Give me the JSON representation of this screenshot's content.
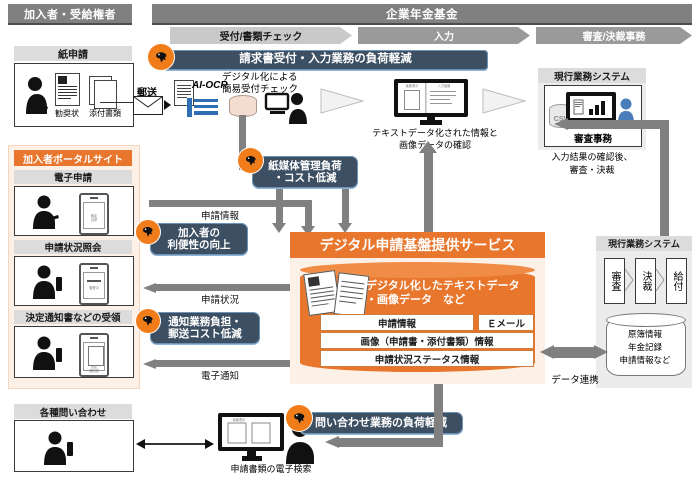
{
  "headers": {
    "left": "加入者・受給権者",
    "right": "企業年金基金"
  },
  "process_steps": [
    {
      "label": "受付/書類チェック"
    },
    {
      "label": "入力"
    },
    {
      "label": "審査/決裁事務"
    }
  ],
  "left_column": {
    "paper": {
      "caption": "紙申請",
      "items": [
        "勧奨状",
        "添付書類"
      ]
    },
    "portal": {
      "title": "加入者ポータルサイト",
      "sections": [
        {
          "caption": "電子申請",
          "phone_text": "裁定\n請求"
        },
        {
          "caption": "申請状況照会",
          "phone_text": "審査中"
        },
        {
          "caption": "決定通知書などの受領",
          "phone_text": "決定\n通知書"
        }
      ]
    },
    "inquiry": {
      "caption": "各種問い合わせ"
    }
  },
  "flows": {
    "mail": "郵送",
    "application_info": "申請情報",
    "application_status": "申請状況",
    "electronic_notice": "電子通知",
    "data_link": "データ連携"
  },
  "top_band": {
    "title": "請求書受付・入力業務の負荷軽減",
    "ocr_label": "AI-OCR",
    "digital_check": "デジタル化による\n簡易受付チェック",
    "confirm_caption": "テキストデータ化された情報と\n画像データの確認",
    "monitor_tabs": [
      "画像表示",
      "入力画面"
    ]
  },
  "badges": {
    "receipt_input": "請求書受付・入力業務の負荷軽減",
    "paper_cost": "紙媒体管理負荷\n・コスト低減",
    "convenience": "加入者の\n利便性の向上",
    "notice_cost": "通知業務負担・\n郵送コスト低減",
    "inquiry_load": "問い合わせ業務の負荷軽減"
  },
  "systems": {
    "top": {
      "title": "現行業務システム",
      "inner_label": "審査事務",
      "db_label": "CSV",
      "caption": "入力結果の確認後、\n審査・決裁"
    },
    "bottom": {
      "title": "現行業務システム",
      "steps": [
        "審査",
        "決裁",
        "給付"
      ],
      "db_lines": [
        "原簿情報",
        "年金記録",
        "申請情報など"
      ]
    }
  },
  "service": {
    "title": "デジタル申請基盤提供サービス",
    "data_title": "デジタル化したテキストデータ\n・画像データ　など",
    "rows": [
      {
        "main": "申請情報",
        "side": "Ｅメール"
      },
      {
        "main": "画像（申請書・添付書類）情報"
      },
      {
        "main": "申請状況ステータス情報"
      }
    ]
  },
  "bottom": {
    "search_caption": "申請書類の電子検索"
  },
  "colors": {
    "orange": "#e8762c",
    "badge_navy": "#3d4f63",
    "gray_header": "#808080",
    "arrow_gray": "#808080",
    "blue_person": "#4a7ebb"
  }
}
